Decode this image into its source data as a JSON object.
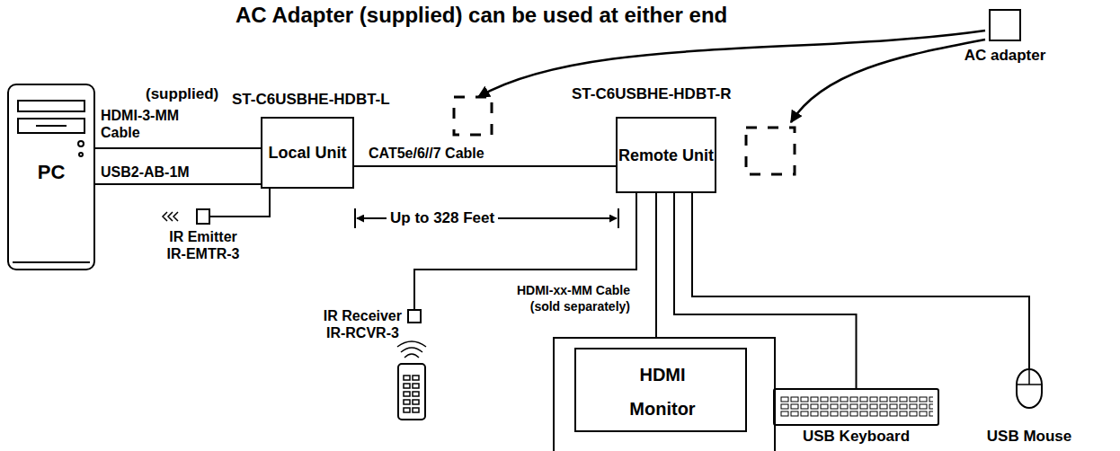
{
  "diagram": {
    "title": "AC Adapter (supplied) can be used at either end",
    "nodes": [
      {
        "text": [
          "AC adapter"
        ]
      },
      {
        "text": [
          "PC"
        ]
      },
      {
        "text": [
          "Local Unit"
        ]
      },
      {
        "text": [
          "Remote Unit"
        ]
      },
      {
        "text": [
          "IR Emitter",
          "IR-EMTR-3"
        ]
      },
      {
        "text": [
          "IR Receiver",
          "IR-RCVR-3"
        ]
      },
      {
        "text": [
          "HDMI Monitor"
        ]
      },
      {
        "text": [
          "USB Keyboard"
        ]
      },
      {
        "text": [
          "USB Mouse"
        ]
      }
    ],
    "edges": [
      {
        "from": 1,
        "to": 2,
        "arrow": "none",
        "label": "HDMI-3-MM Cable"
      },
      {
        "from": 1,
        "to": 2,
        "arrow": "none",
        "label": "USB2-AB-1M"
      },
      {
        "from": 2,
        "to": 3,
        "arrow": "none",
        "label": "CAT5e/6//7 Cable"
      },
      {
        "from": 2,
        "to": 4,
        "arrow": "none"
      },
      {
        "from": 3,
        "to": 5,
        "arrow": "none"
      },
      {
        "from": 3,
        "to": 6,
        "arrow": "none",
        "label": "HDMI-xx-MM Cable (sold separately)"
      },
      {
        "from": 3,
        "to": 7,
        "arrow": "none"
      },
      {
        "from": 3,
        "to": 8,
        "arrow": "none"
      }
    ],
    "labels": [
      "(supplied)",
      "ST-C6USBHE-HDBT-L",
      "ST-C6USBHE-HDBT-R",
      "Up to 328 Feet"
    ]
  }
}
